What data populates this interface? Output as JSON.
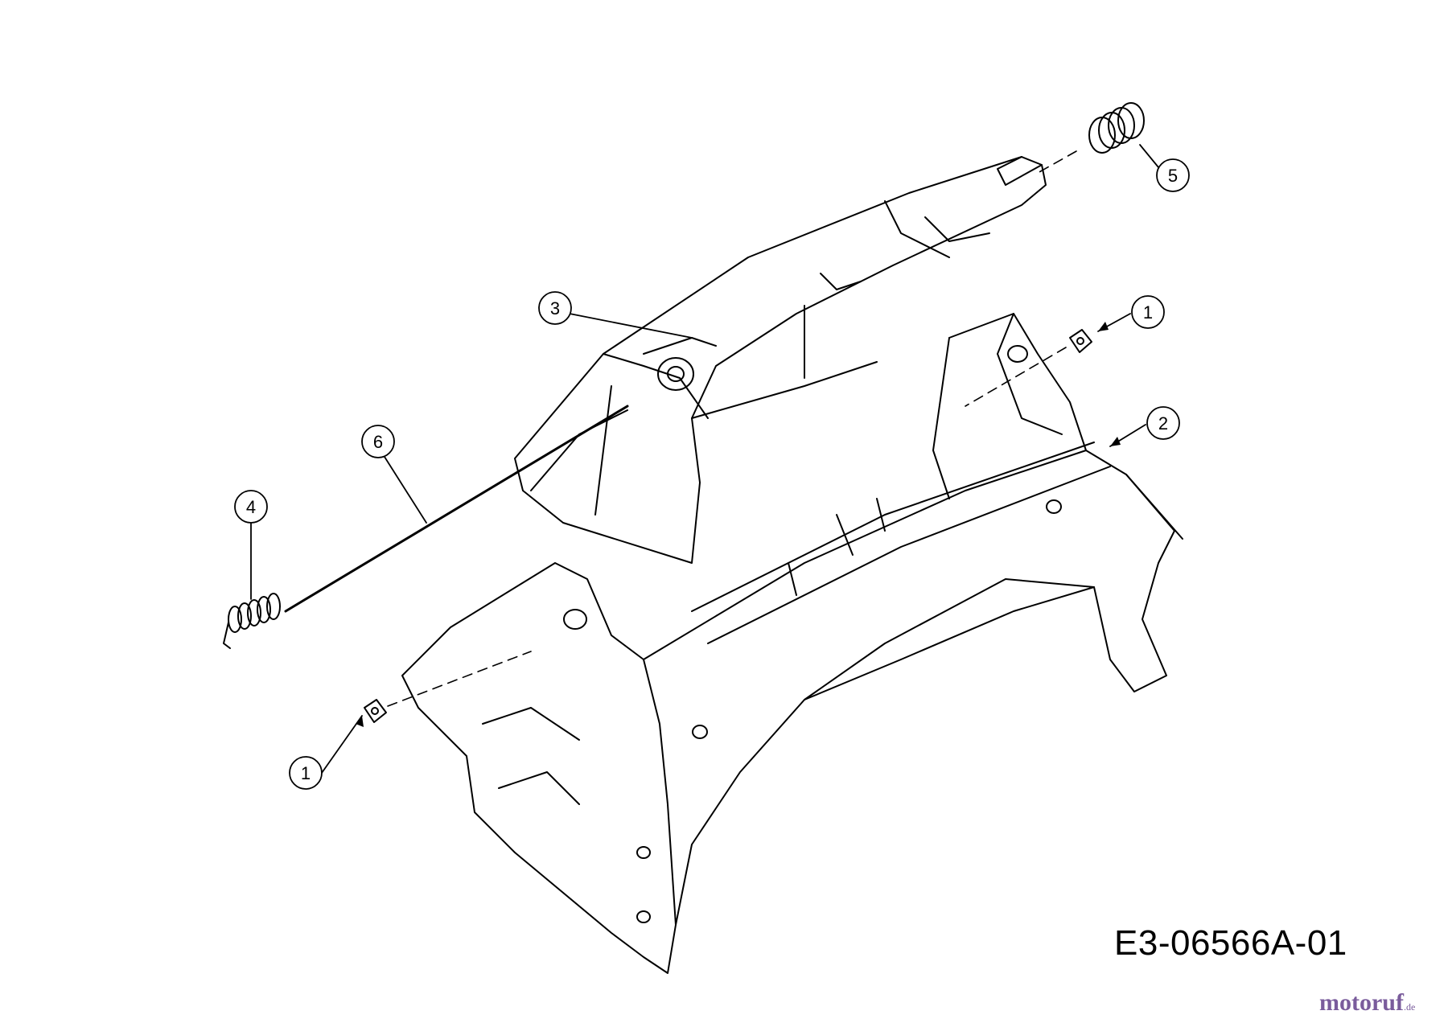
{
  "drawing_code": "E3-06566A-01",
  "watermark": {
    "brand_main": "motoruf",
    "brand_sub": ".de",
    "brand_color": "#7a5c9c",
    "accent_color": "#d9a01a"
  },
  "callouts": [
    {
      "id": "c5",
      "label": "5"
    },
    {
      "id": "c3",
      "label": "3"
    },
    {
      "id": "c1a",
      "label": "1"
    },
    {
      "id": "c2",
      "label": "2"
    },
    {
      "id": "c6",
      "label": "6"
    },
    {
      "id": "c4",
      "label": "4"
    },
    {
      "id": "c1b",
      "label": "1"
    }
  ]
}
